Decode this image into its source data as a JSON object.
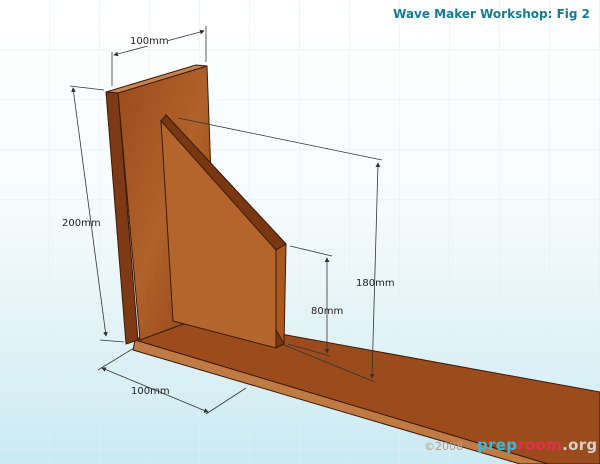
{
  "title": "Wave Maker Workshop: Fig 2",
  "dimensions": {
    "top_width": "100mm",
    "height": "200mm",
    "base_depth": "100mm",
    "support_height": "180mm",
    "support_short_edge": "80mm"
  },
  "footer": {
    "copyright": "©2008",
    "logo_prefix": "prep",
    "logo_mid": "room",
    "logo_suffix": ".org"
  },
  "colors": {
    "title": "#1a7a96",
    "wood": "#a0501e",
    "background_bottom": "#d3eef4"
  }
}
